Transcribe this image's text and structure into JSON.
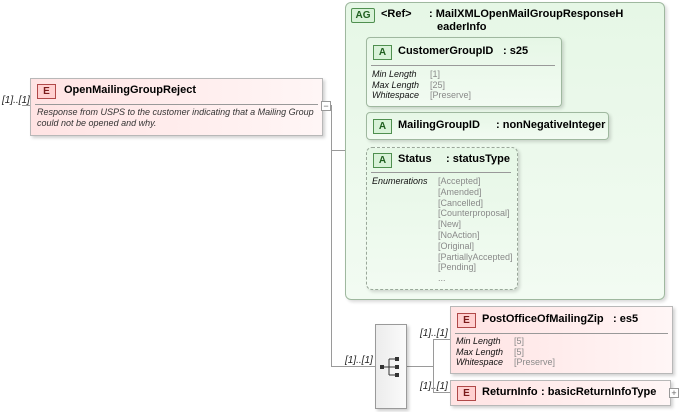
{
  "root": {
    "multiplicity": "[1]..[1]",
    "badge": "E",
    "name": "OpenMailingGroupReject",
    "description": "Response from USPS to the customer indicating that a Mailing Group could not be opened and why."
  },
  "attribute_group": {
    "badge": "AG",
    "ref_label": "<Ref>",
    "name_line1": ": MailXMLOpenMailGroupResponseH",
    "name_line2": "eaderInfo",
    "attributes": [
      {
        "badge": "A",
        "name": "CustomerGroupID",
        "type": ": s25",
        "facets": [
          {
            "key": "Min Length",
            "value": "[1]"
          },
          {
            "key": "Max Length",
            "value": "[25]"
          },
          {
            "key": "Whitespace",
            "value": "[Preserve]"
          }
        ]
      },
      {
        "badge": "A",
        "name": "MailingGroupID",
        "type": ": nonNegativeInteger"
      },
      {
        "badge": "A",
        "name": "Status",
        "type": ": statusType",
        "enumerations_label": "Enumerations",
        "enumerations": [
          "[Accepted]",
          "[Amended]",
          "[Cancelled]",
          "[Counterproposal]",
          "[New]",
          "[NoAction]",
          "[Original]",
          "[PartiallyAccepted]",
          "[Pending]",
          "..."
        ]
      }
    ]
  },
  "sequence": {
    "multiplicity": "[1]..[1]",
    "children": [
      {
        "multiplicity": "[1]..[1]",
        "badge": "E",
        "name": "PostOfficeOfMailingZip",
        "type": ": es5",
        "facets": [
          {
            "key": "Min Length",
            "value": "[5]"
          },
          {
            "key": "Max Length",
            "value": "[5]"
          },
          {
            "key": "Whitespace",
            "value": "[Preserve]"
          }
        ]
      },
      {
        "multiplicity": "[1]..[1]",
        "badge": "E",
        "name": "ReturnInfo",
        "type": ": basicReturnInfoType"
      }
    ]
  },
  "colors": {
    "element_bg": "#ffe3e3",
    "attribute_bg": "#e6f7e6",
    "connector": "#9a9a9a"
  }
}
